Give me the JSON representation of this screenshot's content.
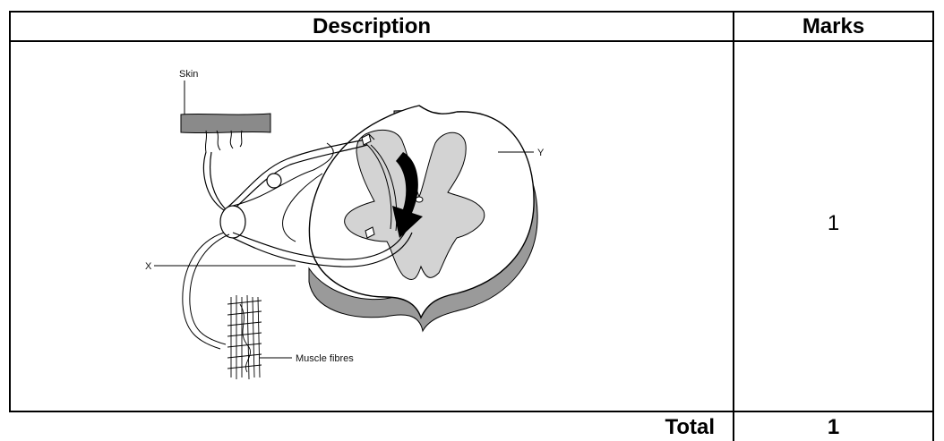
{
  "table": {
    "headers": {
      "description": "Description",
      "marks": "Marks"
    },
    "row": {
      "marks": "1"
    },
    "footer": {
      "total_label": "Total",
      "total_value": "1"
    }
  },
  "figure": {
    "labels": {
      "skin": "Skin",
      "x": "X",
      "y": "Y",
      "muscle": "Muscle fibres"
    },
    "colors": {
      "grey_matter": "#d3d3d3",
      "skin": "#8a8a8a",
      "cord_shadow": "#9a9a9a"
    }
  }
}
